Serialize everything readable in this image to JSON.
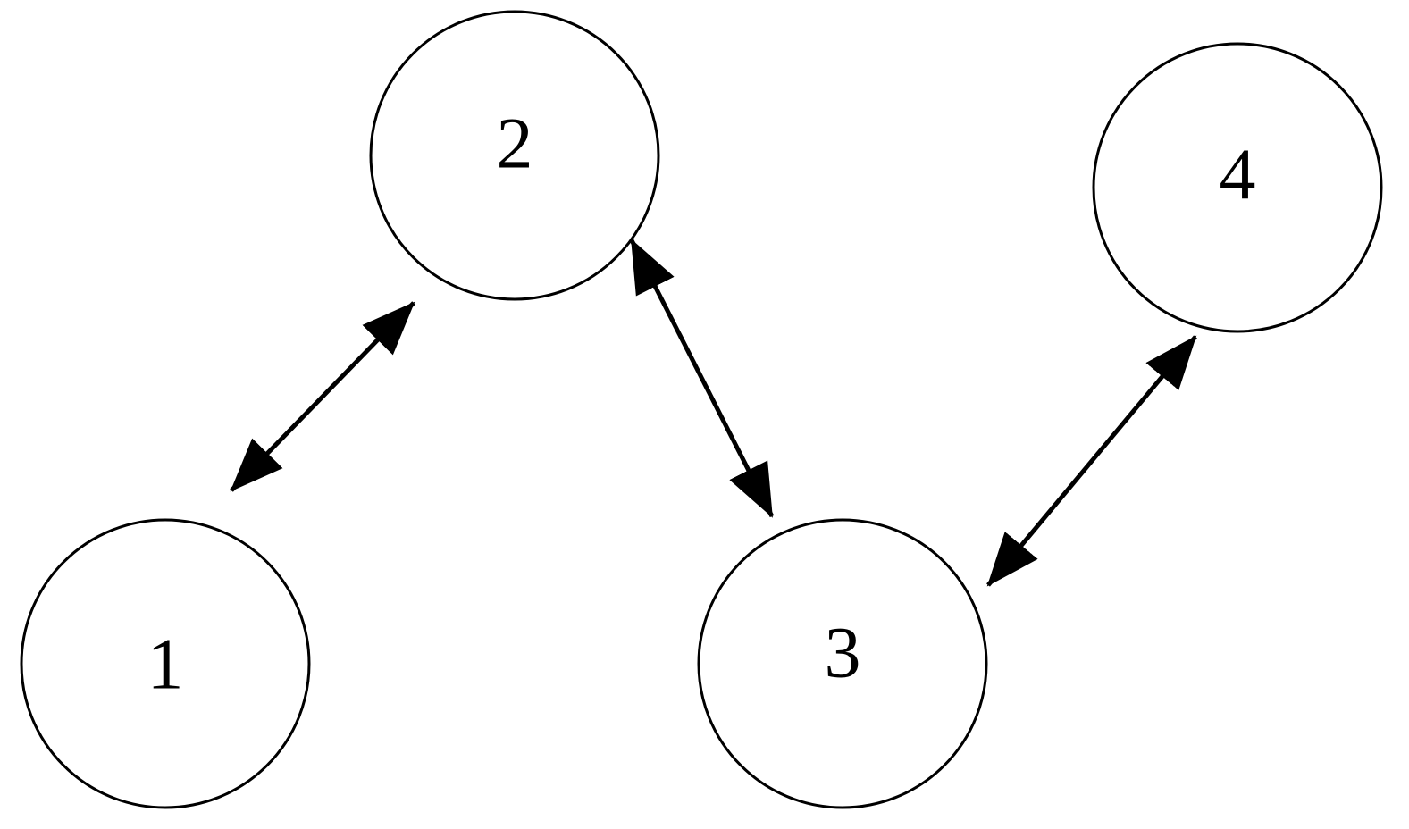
{
  "diagram": {
    "nodes": [
      {
        "id": "1",
        "label": "1"
      },
      {
        "id": "2",
        "label": "2"
      },
      {
        "id": "3",
        "label": "3"
      },
      {
        "id": "4",
        "label": "4"
      }
    ],
    "edges": [
      {
        "from": "1",
        "to": "2",
        "direction": "both"
      },
      {
        "from": "2",
        "to": "3",
        "direction": "both"
      },
      {
        "from": "3",
        "to": "4",
        "direction": "both"
      }
    ],
    "colors": {
      "stroke": "#000000",
      "background": "#ffffff"
    }
  }
}
